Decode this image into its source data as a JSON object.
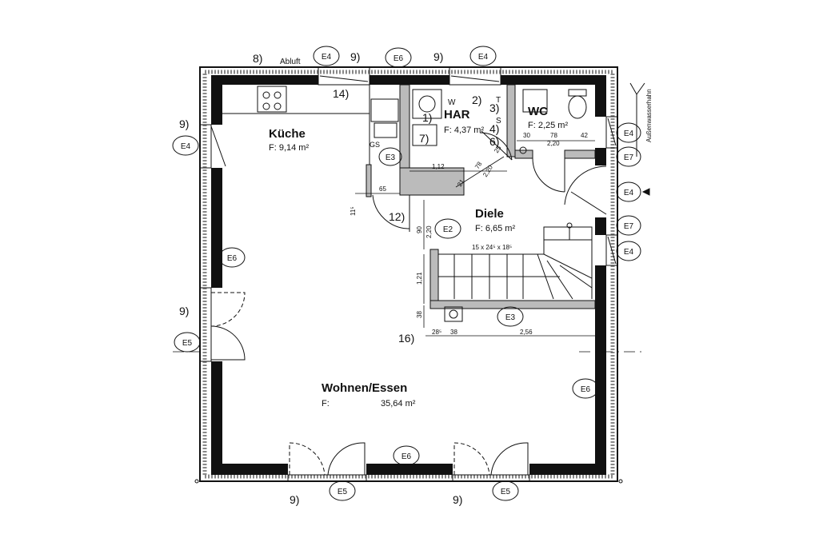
{
  "rooms": {
    "kueche": {
      "name": "Küche",
      "area": "F: 9,14 m²"
    },
    "har": {
      "name": "HAR",
      "area": "F: 4,37 m²"
    },
    "wc": {
      "name": "WC",
      "area": "F: 2,25 m²"
    },
    "diele": {
      "name": "Diele",
      "area": "F: 6,65 m²"
    },
    "wohnen": {
      "name": "Wohnen/Essen",
      "area_prefix": "F:",
      "area_value": "35,64 m²"
    }
  },
  "labels": {
    "abluft": "Abluft",
    "gs": "GS",
    "aussenwasserhahn": "Außenwasserhahn",
    "stair": "15 x 24⁵ x 18⁵",
    "har_w": "W",
    "har_t": "T",
    "har_s": "S"
  },
  "numbers": {
    "n1": "1)",
    "n2": "2)",
    "n3": "3)",
    "n4": "4)",
    "n6": "6)",
    "n7": "7)",
    "n8": "8)",
    "n9": "9)",
    "n12": "12)",
    "n14": "14)",
    "n16": "16)"
  },
  "dims": {
    "d112": "1,12",
    "d65": "65",
    "d115": "11⁵",
    "d90": "90",
    "d220": "2,20",
    "d121": "1,21",
    "d38": "38",
    "d285": "28⁵",
    "d256": "2,56",
    "d78": "78",
    "d25": "25",
    "d30": "30",
    "d42": "42",
    "d21": "21"
  },
  "tags": {
    "e2": "E2",
    "e3": "E3",
    "e4": "E4",
    "e5": "E5",
    "e6": "E6",
    "e7": "E7"
  }
}
